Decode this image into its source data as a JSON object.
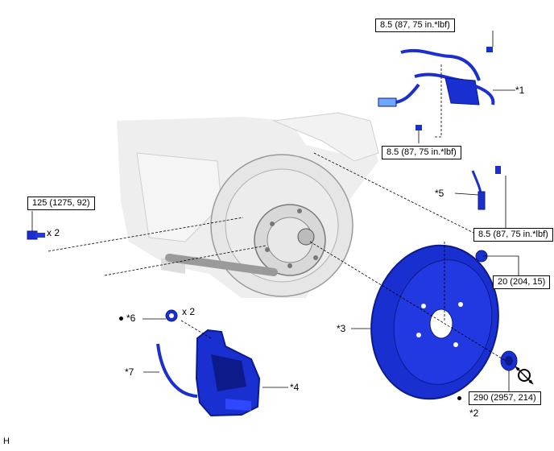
{
  "torque_labels": {
    "t1": "8.5 (87, 75 in.*lbf)",
    "t2": "8.5 (87, 75 in.*lbf)",
    "t3": "125 (1275, 92)",
    "t4": "8.5 (87, 75 in.*lbf)",
    "t5": "20 (204, 15)",
    "t6": "290 (2957, 214)"
  },
  "callouts": {
    "c1": "*1",
    "c2": "*2",
    "c3": "*3",
    "c4": "*4",
    "c5": "*5",
    "c6": "*6",
    "c7": "*7"
  },
  "quantities": {
    "q1": "x 2",
    "q2": "x 2"
  },
  "corner_code": "H",
  "colors": {
    "part_blue": "#1a2fd0",
    "part_dark": "#0d1a8a",
    "hub_gray": "#c8c8c8"
  }
}
